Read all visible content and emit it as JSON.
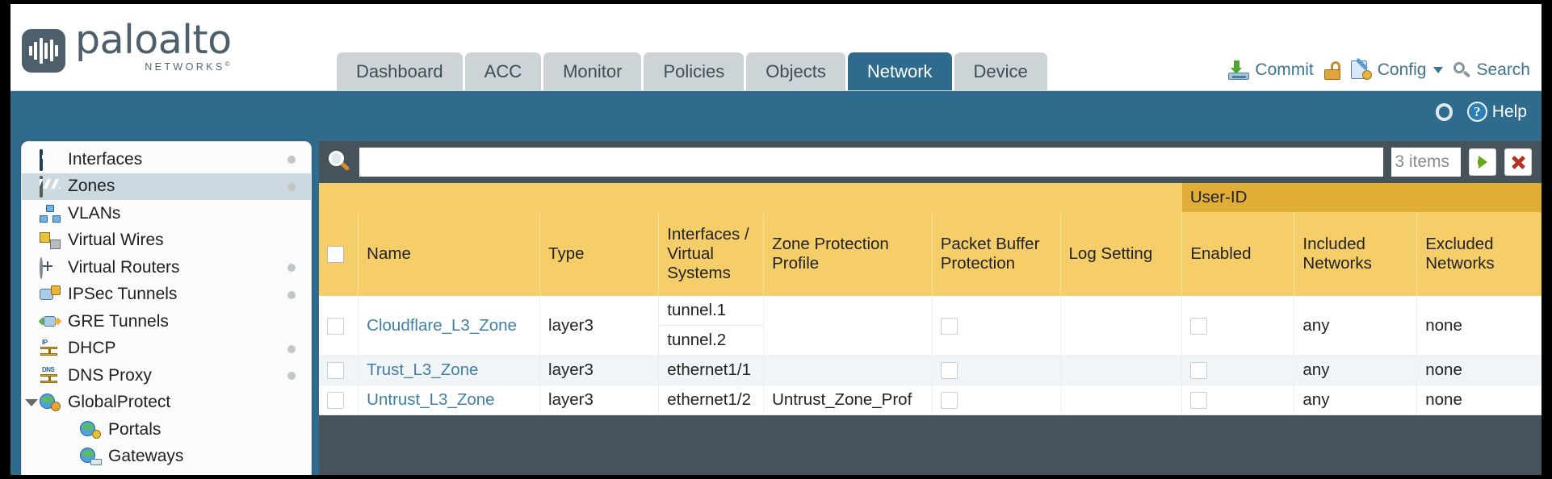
{
  "brand": {
    "name": "paloalto",
    "sub": "NETWORKS",
    "sup": "©"
  },
  "nav": {
    "tabs": [
      {
        "label": "Dashboard",
        "active": false
      },
      {
        "label": "ACC",
        "active": false
      },
      {
        "label": "Monitor",
        "active": false
      },
      {
        "label": "Policies",
        "active": false
      },
      {
        "label": "Objects",
        "active": false
      },
      {
        "label": "Network",
        "active": true
      },
      {
        "label": "Device",
        "active": false
      }
    ]
  },
  "toolbar": {
    "commit_label": "Commit",
    "commit_icon": "commit-download-icon",
    "lock_icon": "unlock-padlock-icon",
    "config_label": "Config",
    "config_icon": "config-wrench-icon",
    "search_label": "Search",
    "search_icon": "search-magnifier-icon"
  },
  "band": {
    "refresh_icon": "refresh-icon",
    "help_label": "Help",
    "help_icon": "help-question-icon",
    "help_glyph": "?"
  },
  "sidebar": {
    "items": [
      {
        "label": "Interfaces",
        "icon": "interfaces-icon",
        "selected": false,
        "dot": true,
        "child": false,
        "expander": false
      },
      {
        "label": "Zones",
        "icon": "zones-icon",
        "selected": true,
        "dot": true,
        "child": false,
        "expander": false
      },
      {
        "label": "VLANs",
        "icon": "vlans-icon",
        "selected": false,
        "dot": false,
        "child": false,
        "expander": false
      },
      {
        "label": "Virtual Wires",
        "icon": "virtual-wires-icon",
        "selected": false,
        "dot": false,
        "child": false,
        "expander": false
      },
      {
        "label": "Virtual Routers",
        "icon": "virtual-routers-icon",
        "selected": false,
        "dot": true,
        "child": false,
        "expander": false
      },
      {
        "label": "IPSec Tunnels",
        "icon": "ipsec-tunnels-icon",
        "selected": false,
        "dot": true,
        "child": false,
        "expander": false
      },
      {
        "label": "GRE Tunnels",
        "icon": "gre-tunnels-icon",
        "selected": false,
        "dot": false,
        "child": false,
        "expander": false
      },
      {
        "label": "DHCP",
        "icon": "dhcp-icon",
        "selected": false,
        "dot": true,
        "child": false,
        "expander": false
      },
      {
        "label": "DNS Proxy",
        "icon": "dns-proxy-icon",
        "selected": false,
        "dot": true,
        "child": false,
        "expander": false
      },
      {
        "label": "GlobalProtect",
        "icon": "globalprotect-icon",
        "selected": false,
        "dot": false,
        "child": false,
        "expander": true
      },
      {
        "label": "Portals",
        "icon": "portals-icon",
        "selected": false,
        "dot": false,
        "child": true,
        "expander": false
      },
      {
        "label": "Gateways",
        "icon": "gateways-icon",
        "selected": false,
        "dot": false,
        "child": true,
        "expander": false
      }
    ]
  },
  "search": {
    "value": "",
    "placeholder": "",
    "items_count": "3 items",
    "apply_icon": "apply-filter-arrow-icon",
    "clear_icon": "clear-filter-x-icon",
    "magnifier_icon": "filter-magnifier-icon"
  },
  "table": {
    "group_header": {
      "label": "User-ID",
      "span": 3
    },
    "columns": [
      "Name",
      "Type",
      "Interfaces / Virtual Systems",
      "Zone Protection Profile",
      "Packet Buffer Protection",
      "Log Setting",
      "Enabled",
      "Included Networks",
      "Excluded Networks"
    ],
    "select_all_checked": false,
    "rows": [
      {
        "selected": false,
        "name": "Cloudflare_L3_Zone",
        "type": "layer3",
        "interfaces": [
          "tunnel.1",
          "tunnel.2"
        ],
        "zone_protection_profile": "",
        "packet_buffer_protection": false,
        "log_setting": "",
        "userid_enabled": false,
        "included_networks": "any",
        "excluded_networks": "none"
      },
      {
        "selected": false,
        "name": "Trust_L3_Zone",
        "type": "layer3",
        "interfaces": [
          "ethernet1/1"
        ],
        "zone_protection_profile": "",
        "packet_buffer_protection": false,
        "log_setting": "",
        "userid_enabled": false,
        "included_networks": "any",
        "excluded_networks": "none"
      },
      {
        "selected": false,
        "name": "Untrust_L3_Zone",
        "type": "layer3",
        "interfaces": [
          "ethernet1/2"
        ],
        "zone_protection_profile": "Untrust_Zone_Prof",
        "packet_buffer_protection": false,
        "log_setting": "",
        "userid_enabled": false,
        "included_networks": "any",
        "excluded_networks": "none"
      }
    ]
  },
  "colors": {
    "chrome_blue": "#2f6b8c",
    "tab_inactive": "#ccd4d7",
    "header_amber": "#f5ce6a",
    "group_amber": "#e0ae37",
    "link_blue": "#3f7fa5",
    "panel_dark": "#47535b"
  }
}
